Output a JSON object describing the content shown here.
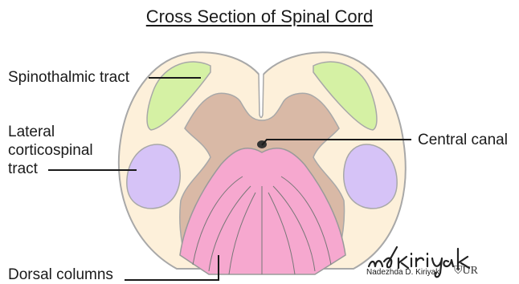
{
  "title": "Cross Section of Spinal Cord",
  "labels": {
    "spinothalamic": "Spinothalmic tract",
    "lateral_line1": "Lateral",
    "lateral_line2": "corticospinal",
    "lateral_line3": "tract",
    "central_canal": "Central canal",
    "dorsal_columns": "Dorsal columns"
  },
  "signature": {
    "handwritten": "ndkiriyak",
    "name": "Nadezhda D. Kiriyak",
    "logo_text": "UR"
  },
  "colors": {
    "white_matter": "#fdf0da",
    "gray_matter": "#d9b9a6",
    "spinothalamic": "#d5f1a4",
    "corticospinal": "#d6c3f7",
    "dorsal_columns": "#f6a8cf",
    "outline": "#a8a8a8"
  }
}
